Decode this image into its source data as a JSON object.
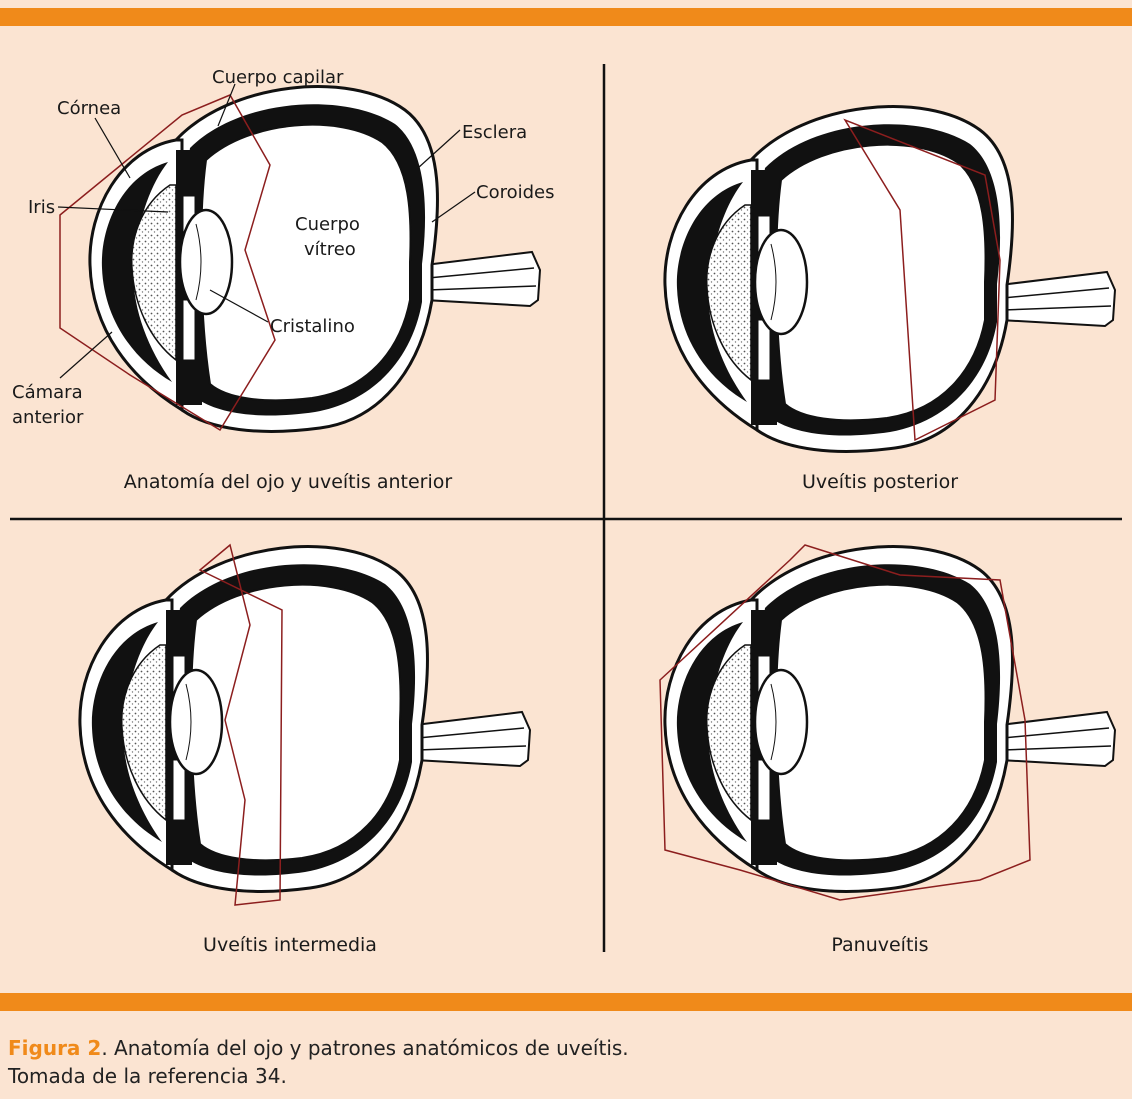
{
  "labels": {
    "cornea": "Córnea",
    "cuerpo_capilar": "Cuerpo capilar",
    "esclera": "Esclera",
    "coroides": "Coroides",
    "iris": "Iris",
    "cuerpo": "Cuerpo",
    "vitreo": "vítreo",
    "cristalino": "Cristalino",
    "camara": "Cámara",
    "anterior": "anterior"
  },
  "panels": [
    {
      "caption": "Anatomía del ojo y uveítis anterior"
    },
    {
      "caption": "Uveítis posterior"
    },
    {
      "caption": "Uveítis intermedia"
    },
    {
      "caption": "Panuveítis"
    }
  ],
  "figure": {
    "label": "Figura 2",
    "title": ". Anatomía del ojo y patrones anatómicos de uveítis.",
    "source": "Tomada de la referencia 34."
  },
  "colors": {
    "accent": "#f08a1a",
    "background": "#fbe4d2",
    "outline": "#8c1e1e"
  }
}
